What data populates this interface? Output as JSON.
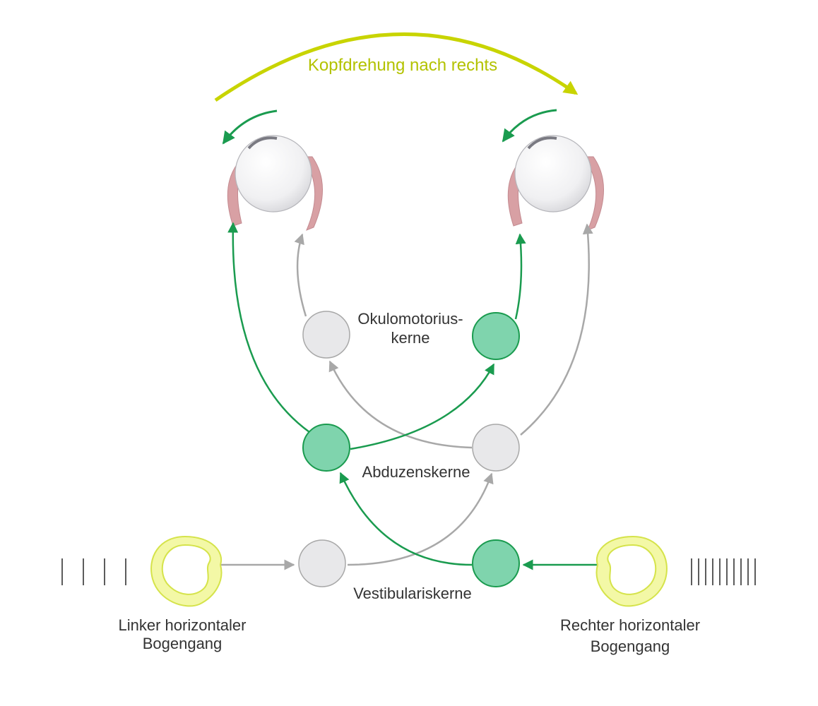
{
  "colors": {
    "active": "#1a9b4f",
    "active_fill": "#7fd4ad",
    "inactive": "#a8a8a8",
    "inactive_fill": "#e8e8ea",
    "head_turn": "#c8d400",
    "ear_fill": "#f3f8a6",
    "ear_stroke": "#d5e34a",
    "muscle": "#d8a0a4",
    "spikes": "#333333"
  },
  "labels": {
    "head_turn": "Kopfdrehung nach rechts",
    "oculomotor_line1": "Okulomotorius-",
    "oculomotor_line2": "kerne",
    "abducens": "Abduzenskerne",
    "vestibular": "Vestibulariskerne",
    "left_canal_line1": "Linker horizontaler",
    "left_canal_line2": "Bogengang",
    "right_canal_line1": "Rechter horizontaler",
    "right_canal_line2": "Bogengang"
  },
  "icons": {
    "left_eye": "eyeball-icon",
    "right_eye": "eyeball-icon",
    "left_ear": "semicircular-canal-icon",
    "right_ear": "semicircular-canal-icon"
  },
  "spike_counts": {
    "left_canal": 4,
    "right_canal": 10
  }
}
